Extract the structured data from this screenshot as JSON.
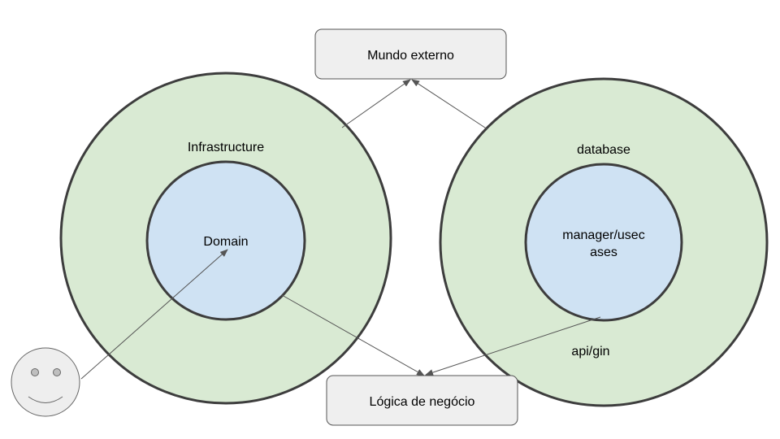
{
  "diagram": {
    "boxes": {
      "external": "Mundo externo",
      "business_logic": "Lógica de negócio"
    },
    "left_circle": {
      "outer_label": "Infrastructure",
      "inner_label": "Domain"
    },
    "right_circle": {
      "outer_label": "database",
      "inner_label_line1": "manager/usec",
      "inner_label_line2": "ases",
      "bottom_label": "api/gin"
    },
    "colors": {
      "outer_fill": "#d9ead3",
      "inner_fill": "#cfe2f3",
      "box_fill": "#efefef",
      "stroke": "#3d3d3d",
      "arrow": "#555555"
    }
  }
}
